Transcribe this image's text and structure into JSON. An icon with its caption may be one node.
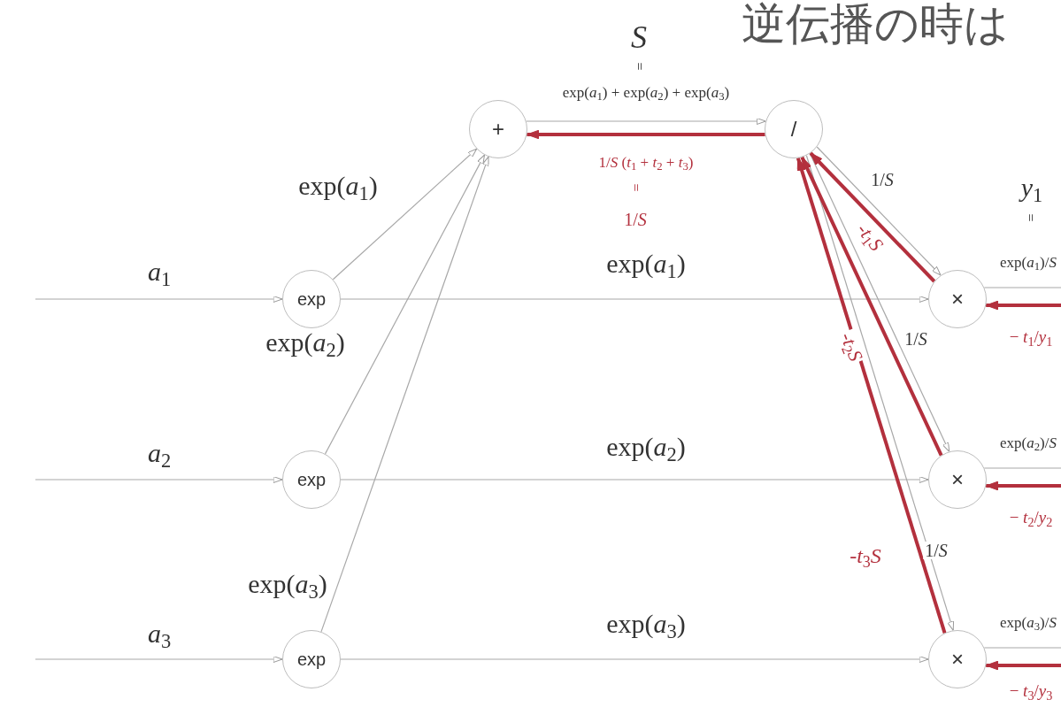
{
  "diagram": {
    "title": "逆伝播の時は",
    "nodes": [
      {
        "text": [
          "+"
        ]
      },
      {
        "text": [
          "/"
        ]
      },
      {
        "text": [
          "exp"
        ]
      },
      {
        "text": [
          "exp"
        ]
      },
      {
        "text": [
          "exp"
        ]
      },
      {
        "text": [
          "×"
        ]
      },
      {
        "text": [
          "×"
        ]
      },
      {
        "text": [
          "×"
        ]
      }
    ],
    "edges": [
      {
        "from": null,
        "to": 2,
        "arrow": "to",
        "label": "*a*$_{1}$"
      },
      {
        "from": null,
        "to": 3,
        "arrow": "to",
        "label": "*a*$_{2}$"
      },
      {
        "from": null,
        "to": 4,
        "arrow": "to",
        "label": "*a*$_{3}$"
      },
      {
        "from": 2,
        "to": 0,
        "arrow": "to",
        "label": "exp(*a*$_{1}$)"
      },
      {
        "from": 3,
        "to": 0,
        "arrow": "to",
        "label": "exp(*a*$_{2}$)"
      },
      {
        "from": 4,
        "to": 0,
        "arrow": "to",
        "label": "exp(*a*$_{3}$)"
      },
      {
        "from": 2,
        "to": 5,
        "arrow": "to",
        "label": "exp(*a*$_{1}$)"
      },
      {
        "from": 3,
        "to": 6,
        "arrow": "to",
        "label": "exp(*a*$_{2}$)"
      },
      {
        "from": 4,
        "to": 7,
        "arrow": "to",
        "label": "exp(*a*$_{3}$)"
      },
      {
        "from": 0,
        "to": 1,
        "arrow": "to",
        "label": "exp(*a*$_{1}$) + exp(*a*$_{2}$) + exp(*a*$_{3}$)"
      },
      {
        "from": 1,
        "to": 0,
        "arrow": "to",
        "label": "1/*S* (*t*$_{1}$ + *t*$_{2}$ + *t*$_{3}$)",
        "style": "thick",
        "color": "#b3303d"
      },
      {
        "from": 1,
        "to": 5,
        "arrow": "to",
        "label": "1/*S*"
      },
      {
        "from": 1,
        "to": 6,
        "arrow": "to",
        "label": "1/*S*"
      },
      {
        "from": 1,
        "to": 7,
        "arrow": "to",
        "label": "1/*S*"
      },
      {
        "from": 5,
        "to": 1,
        "arrow": "to",
        "label": "-*t*$_{1}$*S*",
        "style": "thick",
        "color": "#b3303d"
      },
      {
        "from": 6,
        "to": 1,
        "arrow": "to",
        "label": "-*t*$_{2}$*S*",
        "style": "thick",
        "color": "#b3303d"
      },
      {
        "from": 7,
        "to": 1,
        "arrow": "to",
        "label": "-*t*$_{3}$*S*",
        "style": "thick",
        "color": "#b3303d"
      },
      {
        "from": 5,
        "to": null,
        "arrow": "none",
        "label": "exp(*a*$_{1}$)/*S*"
      },
      {
        "from": null,
        "to": 5,
        "arrow": "to",
        "label": "− *t*$_{1}$/*y*$_{1}$",
        "style": "thick",
        "color": "#b3303d"
      },
      {
        "from": 6,
        "to": null,
        "arrow": "none",
        "label": "exp(*a*$_{2}$)/*S*"
      },
      {
        "from": null,
        "to": 6,
        "arrow": "to",
        "label": "− *t*$_{2}$/*y*$_{2}$",
        "style": "thick",
        "color": "#b3303d"
      },
      {
        "from": 7,
        "to": null,
        "arrow": "none",
        "label": "exp(*a*$_{3}$)/*S*"
      },
      {
        "from": null,
        "to": 7,
        "arrow": "to",
        "label": "− *t*$_{3}$/*y*$_{3}$",
        "style": "thick",
        "color": "#b3303d"
      }
    ],
    "labels": [
      "S",
      "=",
      "=",
      "1/*S*",
      "*y*$_{1}$",
      "="
    ]
  }
}
